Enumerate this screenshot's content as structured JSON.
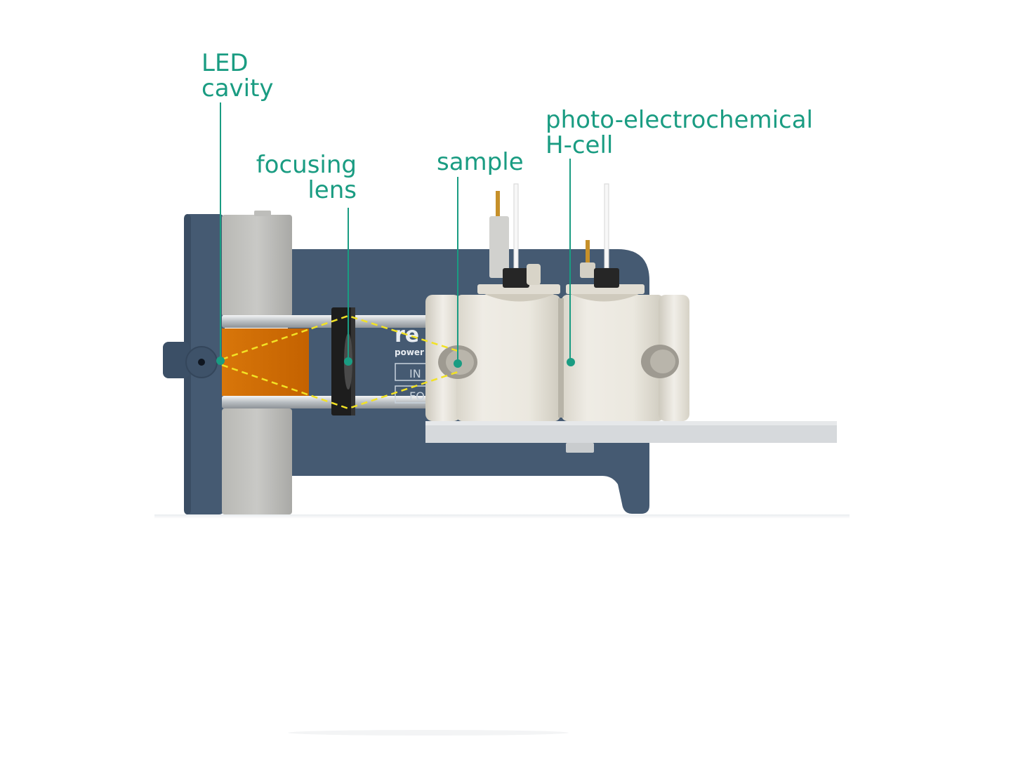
{
  "colors": {
    "accent": "#1a9c82",
    "housing": "#455a72",
    "housing_dark": "#36495e",
    "led_glow": "#cc6a00",
    "beam": "#f2e224",
    "cell_body": "#e9e6dd",
    "rail": "#cfd3d6",
    "lens_holder": "#1c1c1c"
  },
  "annotations": {
    "led": {
      "line1": "LED",
      "line2": "cavity"
    },
    "lens": {
      "line1": "focusing",
      "line2": "lens"
    },
    "sample": {
      "line1": "sample"
    },
    "hcell": {
      "line1": "photo-electrochemical",
      "line2": "H-cell"
    }
  },
  "panel_text": {
    "brand": "re",
    "sub": "power",
    "tag1": "IN",
    "tag2": "FO"
  },
  "icons": [
    "led-marker-dot",
    "lens-marker-dot",
    "sample-marker-dot",
    "hcell-marker-dot"
  ]
}
